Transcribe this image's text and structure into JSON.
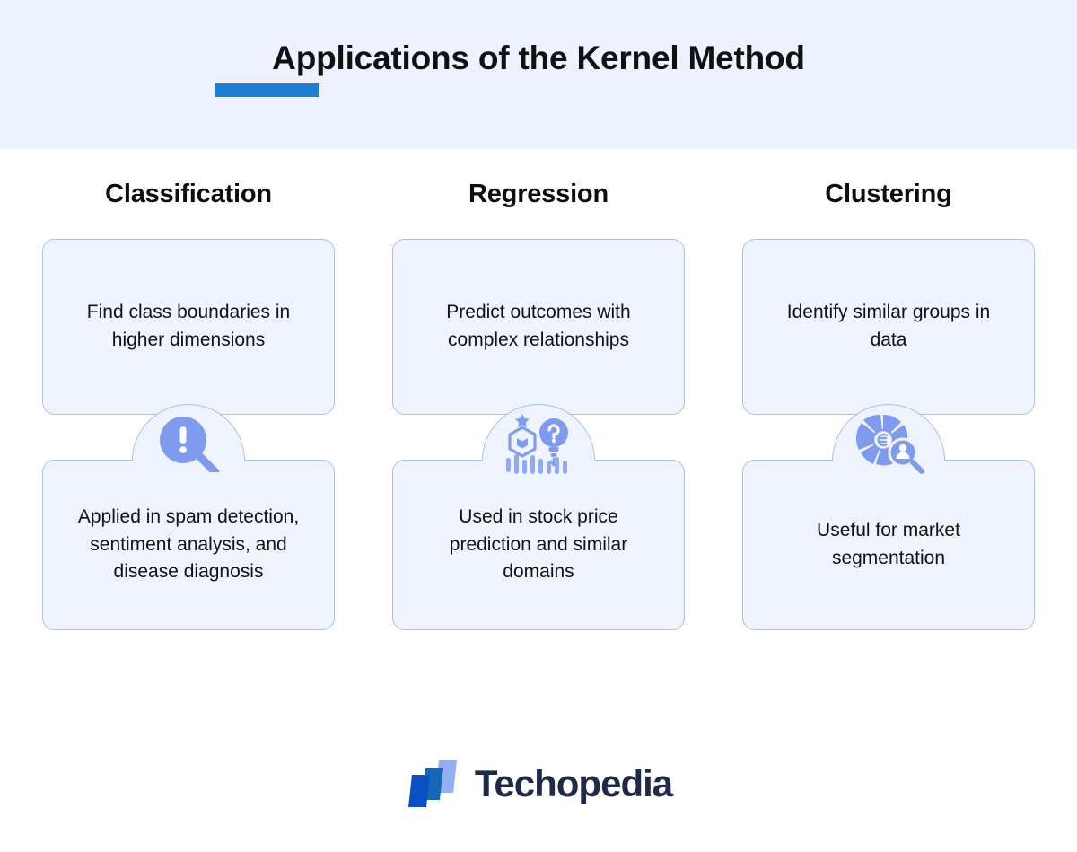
{
  "header": {
    "title": "Applications of the Kernel Method",
    "accent_color": "#1b7fd4",
    "band_color": "#eef2fe"
  },
  "theme": {
    "card_fill": "#eff3fc",
    "card_border": "#a9c0ea",
    "icon_color": "#7e9bef",
    "icon_color_light": "#aac0f5",
    "text_color": "#111111"
  },
  "columns": [
    {
      "heading": "Classification",
      "top_card": "Find class boundaries in higher dimensions",
      "icon_name": "magnifier-exclamation-icon",
      "bottom_card": "Applied in spam detection, sentiment analysis, and disease diagnosis"
    },
    {
      "heading": "Regression",
      "top_card": "Predict outcomes with complex relationships",
      "icon_name": "cube-lightbulb-forecast-icon",
      "bottom_card": "Used in stock price prediction and similar domains"
    },
    {
      "heading": "Clustering",
      "top_card": "Identify similar groups in data",
      "icon_name": "pie-chart-magnifier-person-icon",
      "bottom_card": "Useful for market segmentation"
    }
  ],
  "logo": {
    "text": "Techopedia",
    "mark_name": "techopedia-logo-mark",
    "colors": [
      "#0b4fc4",
      "#1668b4",
      "#93aef5"
    ],
    "text_color": "#1e2a47"
  }
}
